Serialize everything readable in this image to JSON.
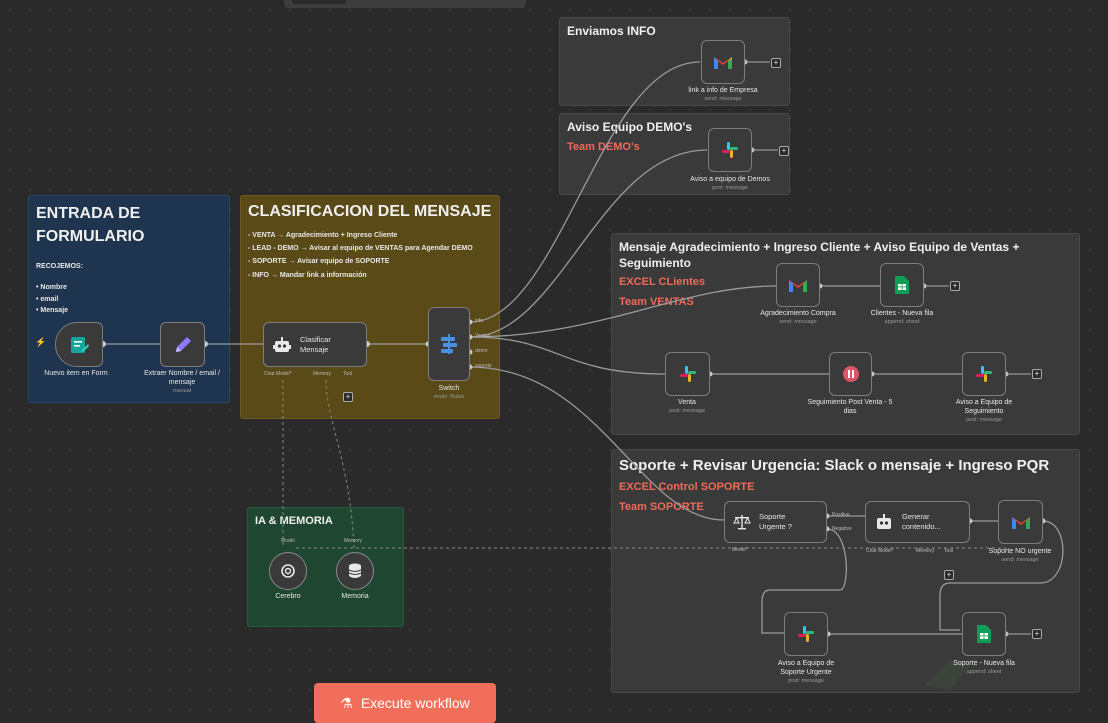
{
  "notes": {
    "info": {
      "title": "Enviamos INFO"
    },
    "demo": {
      "title": "Aviso Equipo DEMO's",
      "sub": "Team DEMO's"
    },
    "entrada": {
      "title": "ENTRADA DE FORMULARIO",
      "recogemos": "RECOJEMOS:",
      "items": [
        "Nombre",
        "email",
        "Mensaje"
      ]
    },
    "clasif": {
      "title": "CLASIFICACION DEL MENSAJE",
      "lines": [
        "- VENTA → Agradecimiento + Ingreso Cliente",
        "- LEAD - DEMO → Avisar al equipo de VENTAS para Agendar DEMO",
        "- SOPORTE → Avisar equipo de SOPORTE",
        "- INFO → Mandar link a información"
      ]
    },
    "ventas": {
      "title": "Mensaje Agradecimiento + Ingreso Cliente + Aviso Equipo de Ventas + Seguimiento",
      "sub1": "EXCEL CLientes",
      "sub2": "Team VENTAS"
    },
    "soporte": {
      "title": "Soporte + Revisar Urgencia: Slack o mensaje + Ingreso PQR",
      "sub1": "EXCEL Control SOPORTE",
      "sub2": "Team SOPORTE"
    },
    "ia": {
      "title": "IA & MEMORIA"
    }
  },
  "nodes": {
    "form": {
      "label": "Nuevo item en Form"
    },
    "extract": {
      "label": "Extraer Nombre / email / mensaje",
      "sub": "manual"
    },
    "classify": {
      "label": "Clasificar Mensaje",
      "ports": [
        "Chat Model*",
        "Memory",
        "Tool"
      ]
    },
    "switch": {
      "label": "Switch",
      "sub": "mode: Rules",
      "outputs": [
        "info",
        "Ventas",
        "demo",
        "soporte"
      ]
    },
    "gmail_info": {
      "label": "link a info de Empresa",
      "sub": "send: message"
    },
    "slack_demo": {
      "label": "Aviso a equipo de Demos",
      "sub": "post: message"
    },
    "gmail_thanks": {
      "label": "Agradecimiento Compra",
      "sub": "send: message"
    },
    "sheet_clients": {
      "label": "Clientes - Nueva fila",
      "sub": "append: sheet"
    },
    "slack_venta": {
      "label": "Venta",
      "sub": "post: message"
    },
    "wait": {
      "label": "Seguimiento Post Venta - 5 dias"
    },
    "slack_seguimiento": {
      "label": "Aviso a Equipo de Seguimiento",
      "sub": "post: message"
    },
    "urgent": {
      "label": "Soporte Urgente ?",
      "outputs": [
        "Positive",
        "Negative"
      ],
      "port": "Model*"
    },
    "generate": {
      "label": "Generar contenido...",
      "ports": [
        "Chat Model*",
        "Memory",
        "Tool"
      ]
    },
    "gmail_noturgent": {
      "label": "Soporte NO urgente",
      "sub": "send: message"
    },
    "slack_urgent": {
      "label": "Aviso a Equipo de Soporte Urgente",
      "sub": "post: message"
    },
    "sheet_soporte": {
      "label": "Soporte - Nueva fila",
      "sub": "append: sheet"
    },
    "cerebro": {
      "label": "Cerebro",
      "port": "Model"
    },
    "memoria": {
      "label": "Memoria",
      "port": "Memory"
    }
  },
  "execute": {
    "label": "Execute workflow"
  },
  "colors": {
    "accent": "#f06e5a",
    "sticky_blue": "#1f344e",
    "sticky_gold": "#5a4a18",
    "sticky_green": "#1f4630",
    "sticky_dark": "#3a3a3a"
  }
}
